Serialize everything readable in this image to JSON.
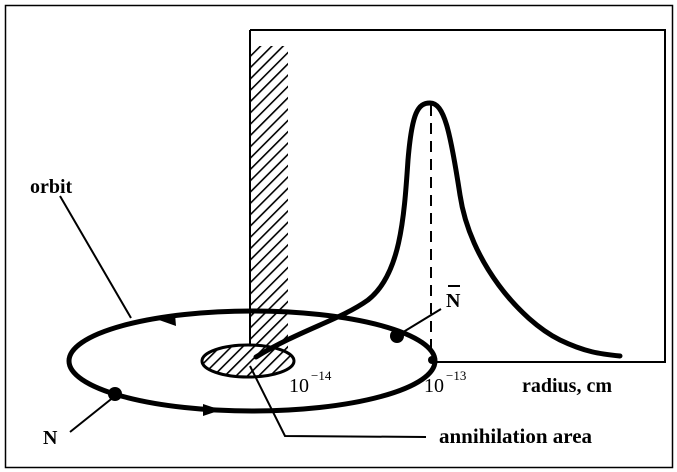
{
  "labels": {
    "orbit": "orbit",
    "n": "N",
    "nbar": "N",
    "annihilation": "annihilation area",
    "radius": "radius, cm",
    "tick1_base": "10",
    "tick1_exp": "−14",
    "tick2_base": "10",
    "tick2_exp": "−13"
  },
  "colors": {
    "ink": "#000000",
    "background": "#ffffff"
  }
}
